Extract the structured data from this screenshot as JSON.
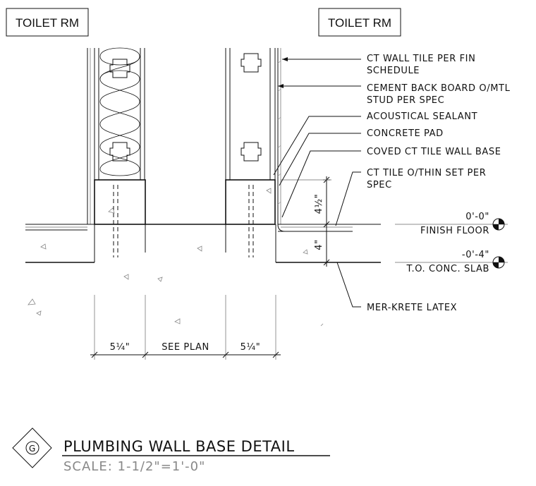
{
  "rooms": {
    "left": "TOILET RM",
    "right": "TOILET RM"
  },
  "callouts": [
    {
      "line1": "CT WALL TILE PER FIN",
      "line2": "SCHEDULE"
    },
    {
      "line1": "CEMENT BACK BOARD O/MTL",
      "line2": "STUD PER SPEC"
    },
    {
      "line1": "ACOUSTICAL SEALANT",
      "line2": ""
    },
    {
      "line1": "CONCRETE PAD",
      "line2": ""
    },
    {
      "line1": "COVED CT TILE WALL BASE",
      "line2": ""
    },
    {
      "line1": "CT TILE O/THIN SET PER",
      "line2": "SPEC"
    },
    {
      "line1": "MER-KRETE LATEX",
      "line2": ""
    }
  ],
  "elevations": {
    "finish_floor": {
      "value": "0'-0\"",
      "label": "FINISH FLOOR"
    },
    "slab": {
      "value": "-0'-4\"",
      "label": "T.O. CONC. SLAB"
    }
  },
  "dimensions": {
    "pad_height": "4½\"",
    "slab_depth": "4\"",
    "left_pad": "5¼\"",
    "middle": "SEE PLAN",
    "right_pad": "5¼\""
  },
  "title_block": {
    "marker": "G",
    "title": "PLUMBING WALL BASE DETAIL",
    "scale": "SCALE: 1-1/2\"=1'-0\""
  }
}
